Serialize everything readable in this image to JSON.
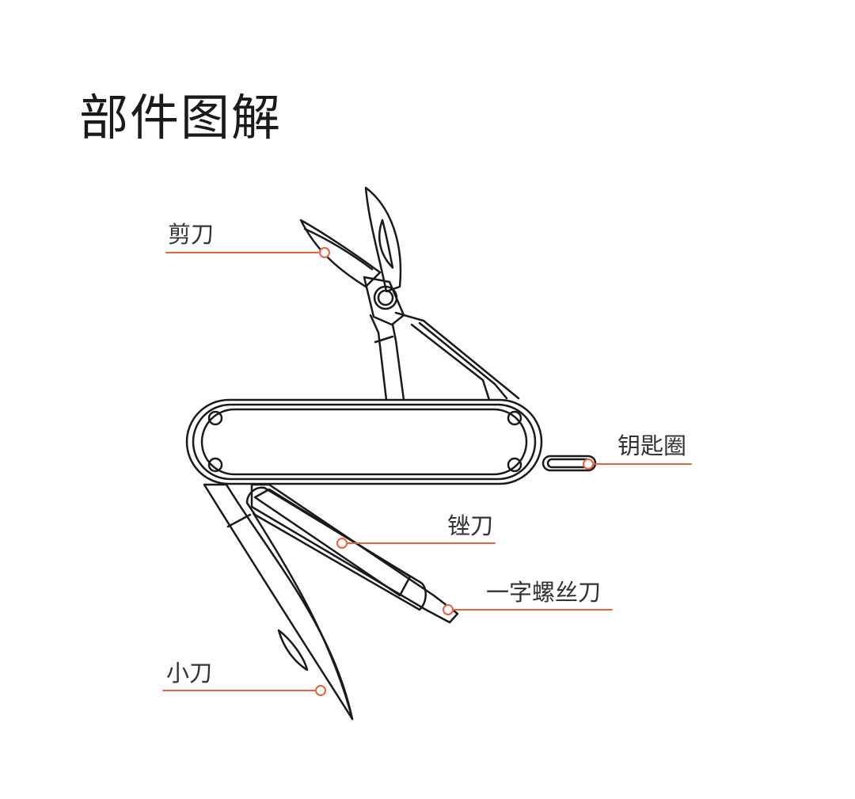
{
  "page": {
    "title": "部件图解"
  },
  "parts": {
    "scissors": "剪刀",
    "key_ring": "钥匙圈",
    "file": "锉刀",
    "screwdriver": "一字螺丝刀",
    "small_knife": "小刀"
  },
  "colors": {
    "outline": "#1a1a1a",
    "accent": "#e8633a"
  }
}
